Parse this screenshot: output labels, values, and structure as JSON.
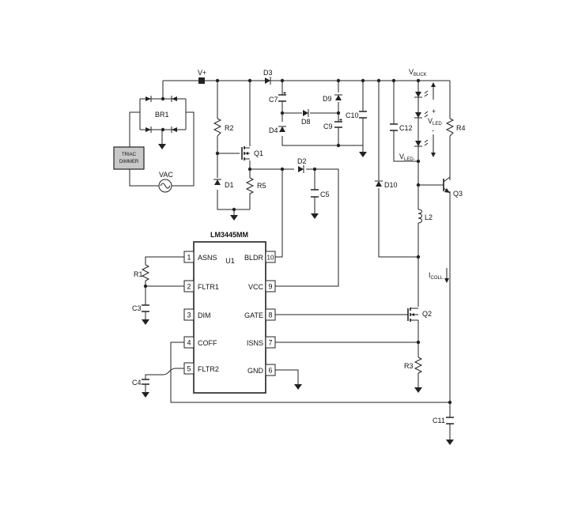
{
  "labels": {
    "vplus": "V+",
    "vbuck": "V",
    "vbuck_sub": "BUCK",
    "br1": "BR1",
    "triac_line1": "TRIAC",
    "triac_line2": "DIMMER",
    "vac": "VAC",
    "r2": "R2",
    "q1": "Q1",
    "d1": "D1",
    "r5": "R5",
    "d2": "D2",
    "c5": "C5",
    "d3": "D3",
    "c7": "C7",
    "d9": "D9",
    "d8": "D8",
    "d4": "D4",
    "c9": "C9",
    "c10": "C10",
    "c12": "C12",
    "vled": "V",
    "vled_sub": "LED",
    "vled_minus": "V",
    "vled_minus_sub": "LED-",
    "plus": "+",
    "minus": "-",
    "r4": "R4",
    "d10": "D10",
    "q3": "Q3",
    "l2": "L2",
    "icoll": "I",
    "icoll_sub": "COLL",
    "q2": "Q2",
    "r3": "R3",
    "r1": "R1",
    "c3": "C3",
    "c4": "C4",
    "c11": "C11"
  },
  "ic": {
    "part": "LM3445MM",
    "ref": "U1",
    "pins": [
      {
        "num": "1",
        "name": "ASNS"
      },
      {
        "num": "2",
        "name": "FLTR1"
      },
      {
        "num": "3",
        "name": "DIM"
      },
      {
        "num": "4",
        "name": "COFF"
      },
      {
        "num": "5",
        "name": "FLTR2"
      },
      {
        "num": "6",
        "name": "GND"
      },
      {
        "num": "7",
        "name": "ISNS"
      },
      {
        "num": "8",
        "name": "GATE"
      },
      {
        "num": "9",
        "name": "VCC"
      },
      {
        "num": "10",
        "name": "BLDR"
      }
    ]
  }
}
